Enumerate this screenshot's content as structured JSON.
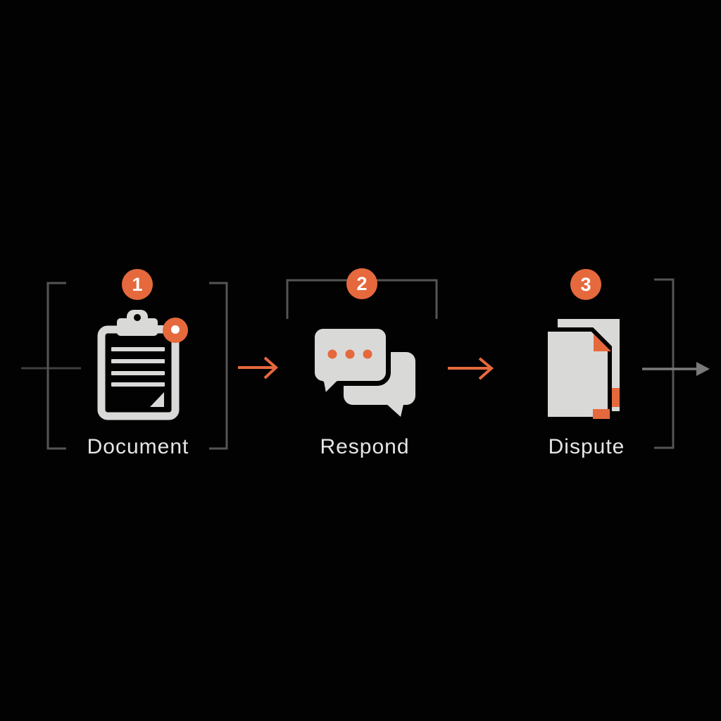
{
  "colors": {
    "bg": "#020202",
    "accent": "#E5693D",
    "icon": "#D9D9D8",
    "white": "#FFFFFF",
    "label": "#E6E6E6",
    "frame": "#545454",
    "entry": "#3E3E3E",
    "exit": "#7A7A7A"
  },
  "steps": [
    {
      "number": "1",
      "label": "Document",
      "icon": "clipboard-icon"
    },
    {
      "number": "2",
      "label": "Respond",
      "icon": "chat-bubbles-icon"
    },
    {
      "number": "3",
      "label": "Dispute",
      "icon": "document-stack-icon"
    }
  ],
  "connectors": {
    "between_steps": "orange-right-arrow",
    "exit": "gray-right-arrow"
  }
}
